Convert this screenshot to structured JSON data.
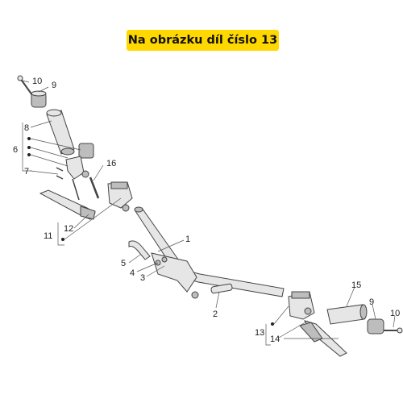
{
  "banner": {
    "text": "Na obrázku díl číslo 13",
    "color": "#ffd800"
  },
  "callouts": [
    "10",
    "9",
    "8",
    "6",
    "7",
    "16",
    "12",
    "11",
    "1",
    "5",
    "4",
    "3",
    "2",
    "15",
    "9",
    "10",
    "13",
    "14"
  ]
}
